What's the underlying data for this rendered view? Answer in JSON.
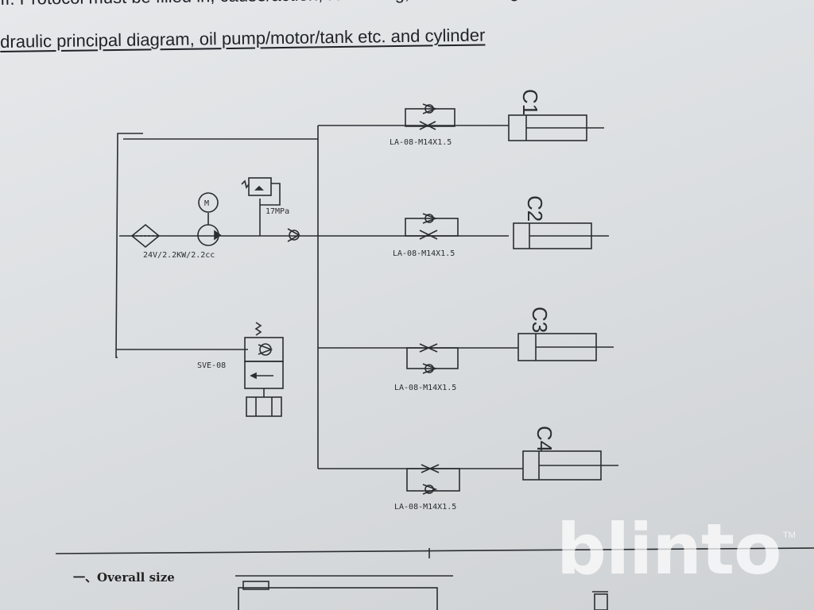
{
  "document": {
    "top_line": "ıı.   Protocol must be filled in, cause/action, re-sealing, dated and signed",
    "heading": "draulic principal diagram, oil pump/motor/tank etc. and cylinder",
    "overall_size": "一、Overall size"
  },
  "diagram": {
    "motor_symbol": "M",
    "pump_label": "24V/2.2KW/2.2cc",
    "relief_pressure": "17MPa",
    "solenoid_valve": "SVE-08",
    "throttle_label": "LA-08-M14X1.5",
    "cylinders": [
      "C1",
      "C2",
      "C3",
      "C4"
    ]
  },
  "watermark": {
    "brand": "blinto",
    "tm": "TM"
  }
}
